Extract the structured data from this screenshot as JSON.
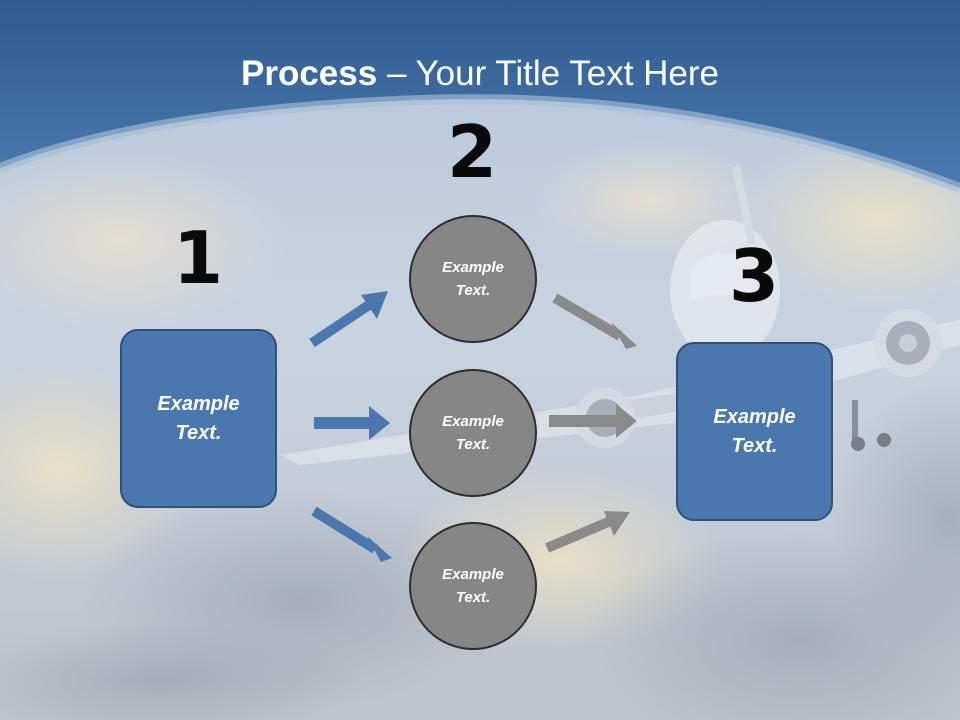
{
  "slide": {
    "title_bold": "Process",
    "title_rest": " – Your Title Text Here",
    "colors": {
      "header_blue": "#3e6da0",
      "box_blue": "#4a77ad",
      "circle_gray": "#868686",
      "arrow_blue": "#4a77ad",
      "arrow_gray": "#8a8a8a"
    }
  },
  "steps": {
    "step1": {
      "number": "1",
      "text_line1": "Example",
      "text_line2": "Text."
    },
    "step2": {
      "number": "2",
      "items": [
        {
          "text_line1": "Example",
          "text_line2": "Text."
        },
        {
          "text_line1": "Example",
          "text_line2": "Text."
        },
        {
          "text_line1": "Example",
          "text_line2": "Text."
        }
      ]
    },
    "step3": {
      "number": "3",
      "text_line1": "Example",
      "text_line2": "Text."
    }
  }
}
